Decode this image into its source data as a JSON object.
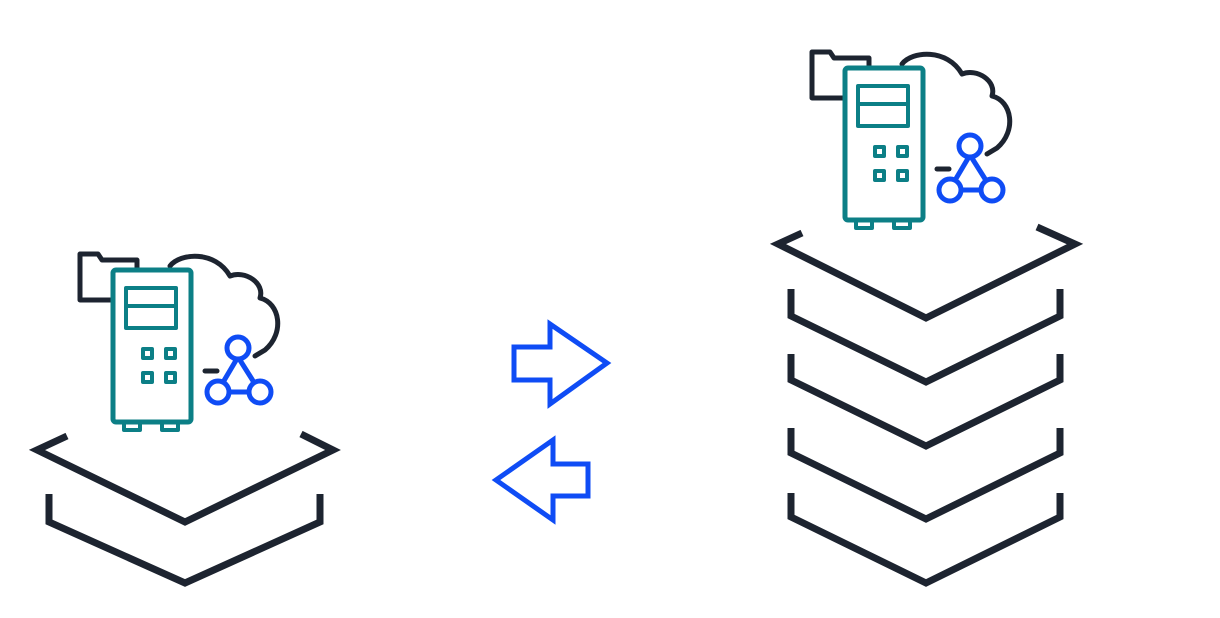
{
  "colors": {
    "outline": "#1d2430",
    "server": "#0c7f86",
    "accent": "#0f4cf5",
    "background": "#ffffff"
  },
  "diagram": {
    "left_stack": {
      "icon": "cloud-server-network-icon",
      "layer_count": 2
    },
    "right_stack": {
      "icon": "cloud-server-network-icon",
      "layer_count": 5
    },
    "arrows": [
      {
        "direction": "right",
        "icon": "arrow-right-icon"
      },
      {
        "direction": "left",
        "icon": "arrow-left-icon"
      }
    ]
  }
}
